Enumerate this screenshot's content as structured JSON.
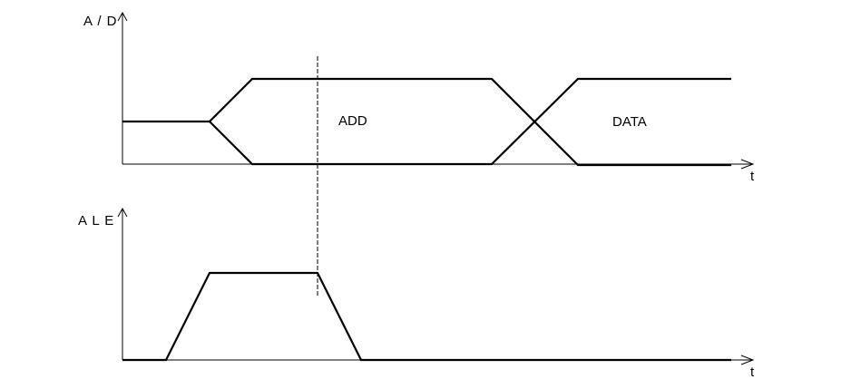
{
  "ad_axis": {
    "title": "A / D",
    "time_label": "t"
  },
  "ale_axis": {
    "title": "A L E",
    "time_label": "t"
  },
  "bus_labels": {
    "address": "ADD",
    "data": "DATA"
  }
}
